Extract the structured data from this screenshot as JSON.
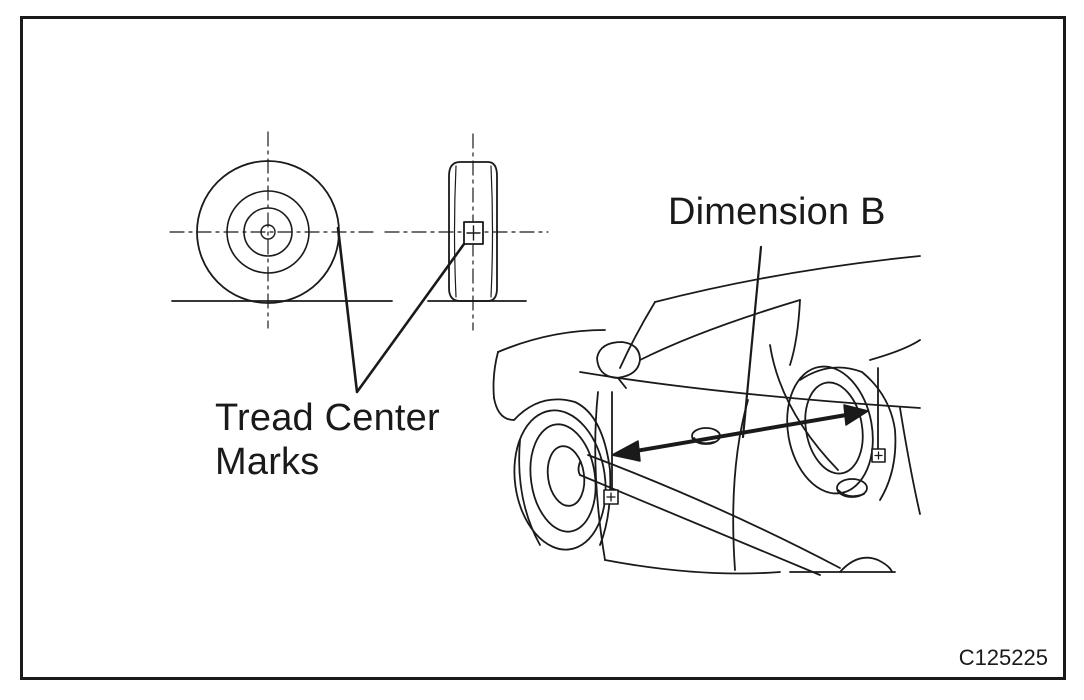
{
  "labels": {
    "dimension": "Dimension B",
    "tread_line1": "Tread Center",
    "tread_line2": "Marks"
  },
  "figure_code": "C125225",
  "colors": {
    "ink": "#1a1a1a",
    "background": "#ffffff"
  },
  "icons": {
    "tread_mark": "boxed-plus"
  }
}
